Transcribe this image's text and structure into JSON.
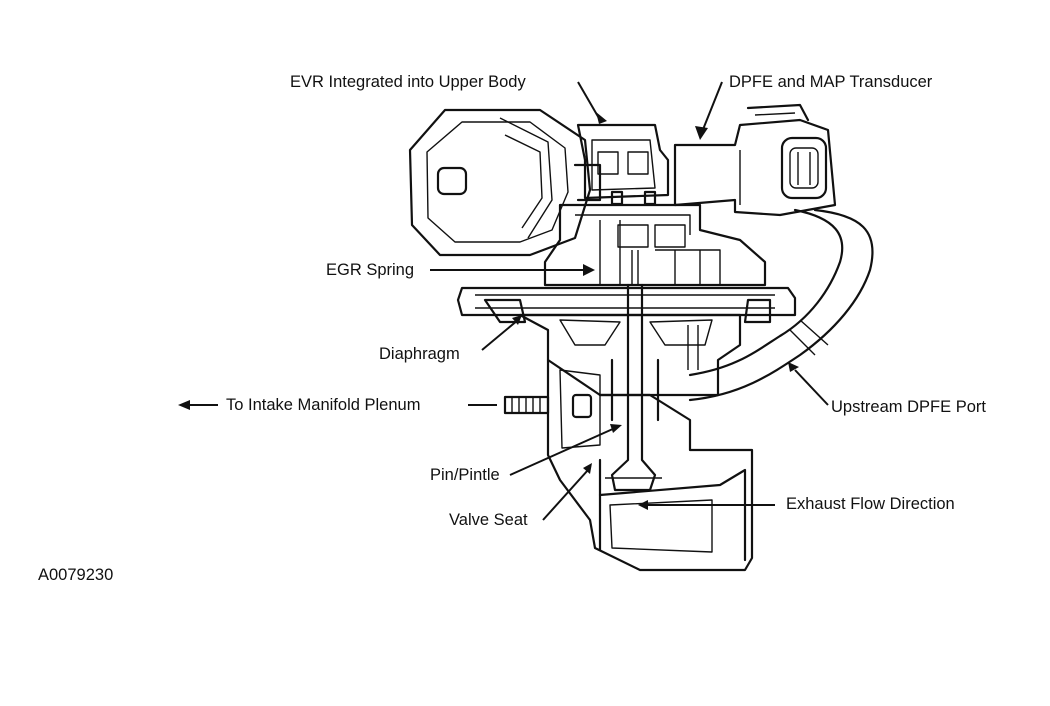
{
  "figure_id": "A0079230",
  "labels": {
    "evr": "EVR Integrated into Upper Body",
    "dpfe_map": "DPFE and MAP Transducer",
    "egr_spring": "EGR Spring",
    "diaphragm": "Diaphragm",
    "intake": "To Intake Manifold Plenum",
    "upstream_port": "Upstream DPFE Port",
    "pintle": "Pin/Pintle",
    "exhaust_flow": "Exhaust Flow Direction",
    "valve_seat": "Valve Seat"
  }
}
